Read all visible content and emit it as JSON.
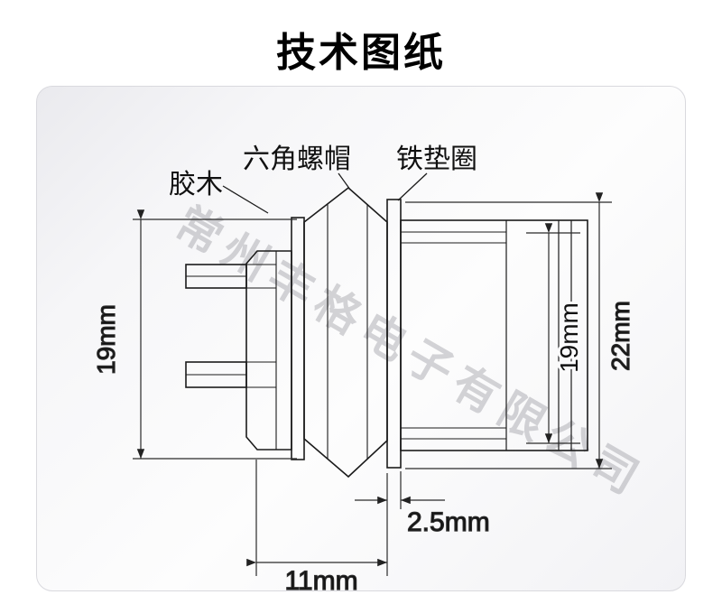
{
  "page": {
    "title": "技术图纸"
  },
  "drawing": {
    "labels": {
      "bakelite": "胶木",
      "hex_nut": "六角螺帽",
      "iron_washer": "铁垫圈"
    },
    "dimensions": {
      "left_height": "19mm",
      "barrel_height": "19mm",
      "flange_height": "22mm",
      "washer_thickness": "2.5mm",
      "body_width": "11mm"
    },
    "watermark": "常州丰格电子有限公司",
    "line_color": "#1b1b1b"
  }
}
